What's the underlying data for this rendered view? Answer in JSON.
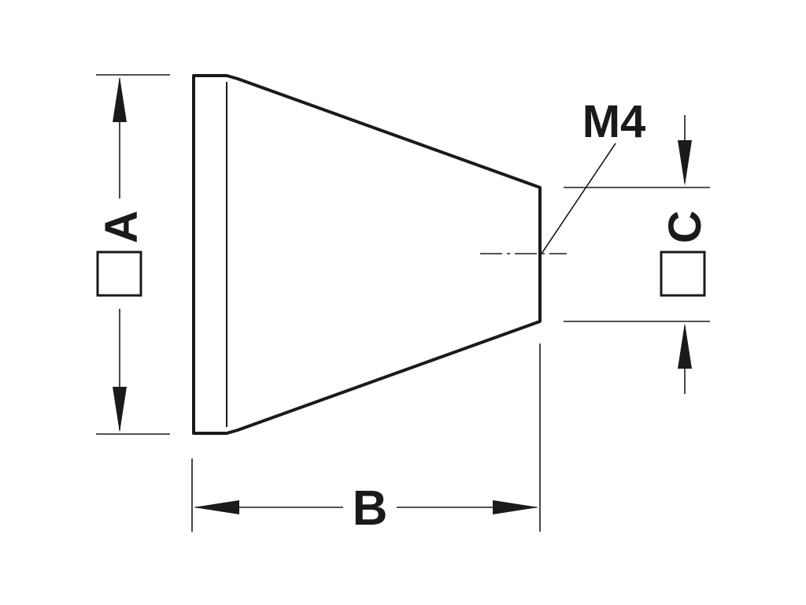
{
  "diagram": {
    "dimension_labels": {
      "width_square": "A",
      "length": "B",
      "thread": "M4",
      "end_square": "C"
    },
    "colors": {
      "line": "#1a1a1a",
      "background": "#ffffff"
    }
  }
}
